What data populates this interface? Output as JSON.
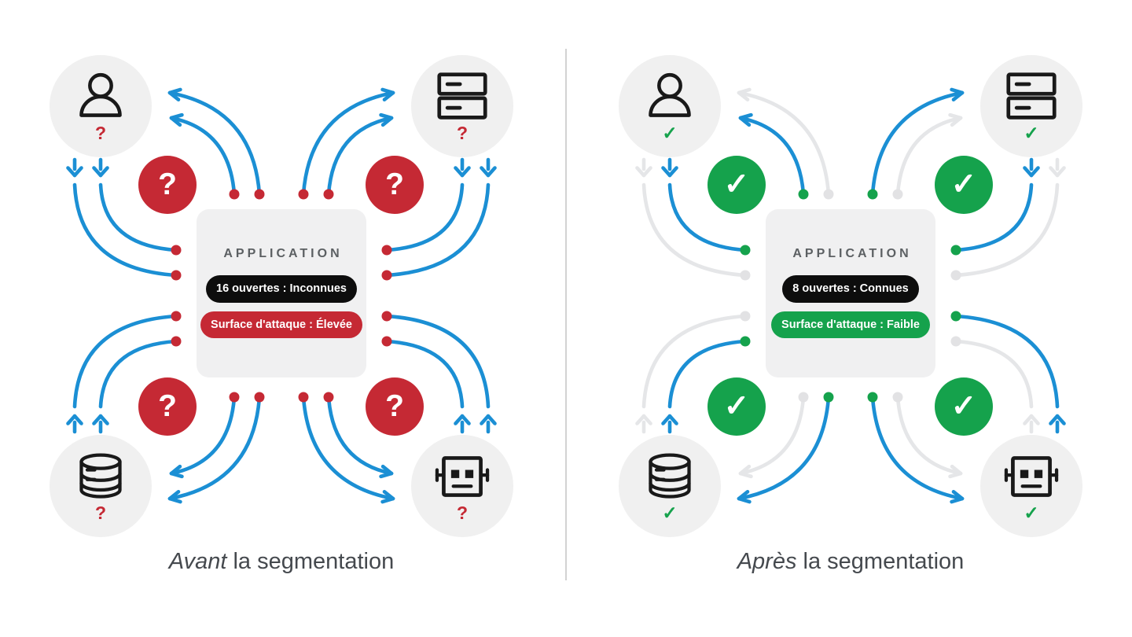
{
  "colors": {
    "arrow_active": "#1b8fd4",
    "arrow_inactive": "#e5e6e8",
    "dot_inactive": "#e2e2e4",
    "red": "#c52934",
    "green": "#15a24c",
    "icon_black": "#191919",
    "entity_circle_bg": "#f0f0f0",
    "app_box_bg": "#f0f0f1",
    "ports_pill_bg": "#0d0d0d",
    "divider": "#d2d2d2"
  },
  "panels": [
    {
      "name": "before-segmentation",
      "caption": {
        "italic": "Avant",
        "rest": " la segmentation"
      },
      "application": {
        "title": "APPLICATION",
        "ports_label": "16 ouvertes : Inconnues",
        "surface_label": "Surface d'attaque : Élevée",
        "surface_color": "#c52934"
      },
      "badge": {
        "glyph": "?",
        "color": "#c52934"
      },
      "dot_active": "#c52934",
      "entities": [
        {
          "type": "user",
          "glyph": "?",
          "glyph_color": "#c52934"
        },
        {
          "type": "server",
          "glyph": "?",
          "glyph_color": "#c52934"
        },
        {
          "type": "database",
          "glyph": "?",
          "glyph_color": "#c52934"
        },
        {
          "type": "bot",
          "glyph": "?",
          "glyph_color": "#c52934"
        }
      ],
      "connections": {
        "user": {
          "incoming": [
            true,
            true
          ],
          "outgoing": [
            true,
            true
          ]
        },
        "server": {
          "incoming": [
            true,
            true
          ],
          "outgoing": [
            true,
            true
          ]
        },
        "database": {
          "incoming": [
            true,
            true
          ],
          "outgoing": [
            true,
            true
          ]
        },
        "bot": {
          "incoming": [
            true,
            true
          ],
          "outgoing": [
            true,
            true
          ]
        }
      }
    },
    {
      "name": "after-segmentation",
      "caption": {
        "italic": "Après",
        "rest": " la segmentation"
      },
      "application": {
        "title": "APPLICATION",
        "ports_label": "8 ouvertes : Connues",
        "surface_label": "Surface d'attaque : Faible",
        "surface_color": "#15a24c"
      },
      "badge": {
        "glyph": "✓",
        "color": "#15a24c"
      },
      "dot_active": "#15a24c",
      "entities": [
        {
          "type": "user",
          "glyph": "✓",
          "glyph_color": "#15a24c"
        },
        {
          "type": "server",
          "glyph": "✓",
          "glyph_color": "#15a24c"
        },
        {
          "type": "database",
          "glyph": "✓",
          "glyph_color": "#15a24c"
        },
        {
          "type": "bot",
          "glyph": "✓",
          "glyph_color": "#15a24c"
        }
      ],
      "connections": {
        "user": {
          "incoming": [
            false,
            true
          ],
          "outgoing": [
            false,
            true
          ]
        },
        "server": {
          "incoming": [
            true,
            false
          ],
          "outgoing": [
            false,
            true
          ]
        },
        "database": {
          "incoming": [
            true,
            false
          ],
          "outgoing": [
            false,
            true
          ]
        },
        "bot": {
          "incoming": [
            true,
            false
          ],
          "outgoing": [
            true,
            false
          ]
        }
      }
    }
  ]
}
